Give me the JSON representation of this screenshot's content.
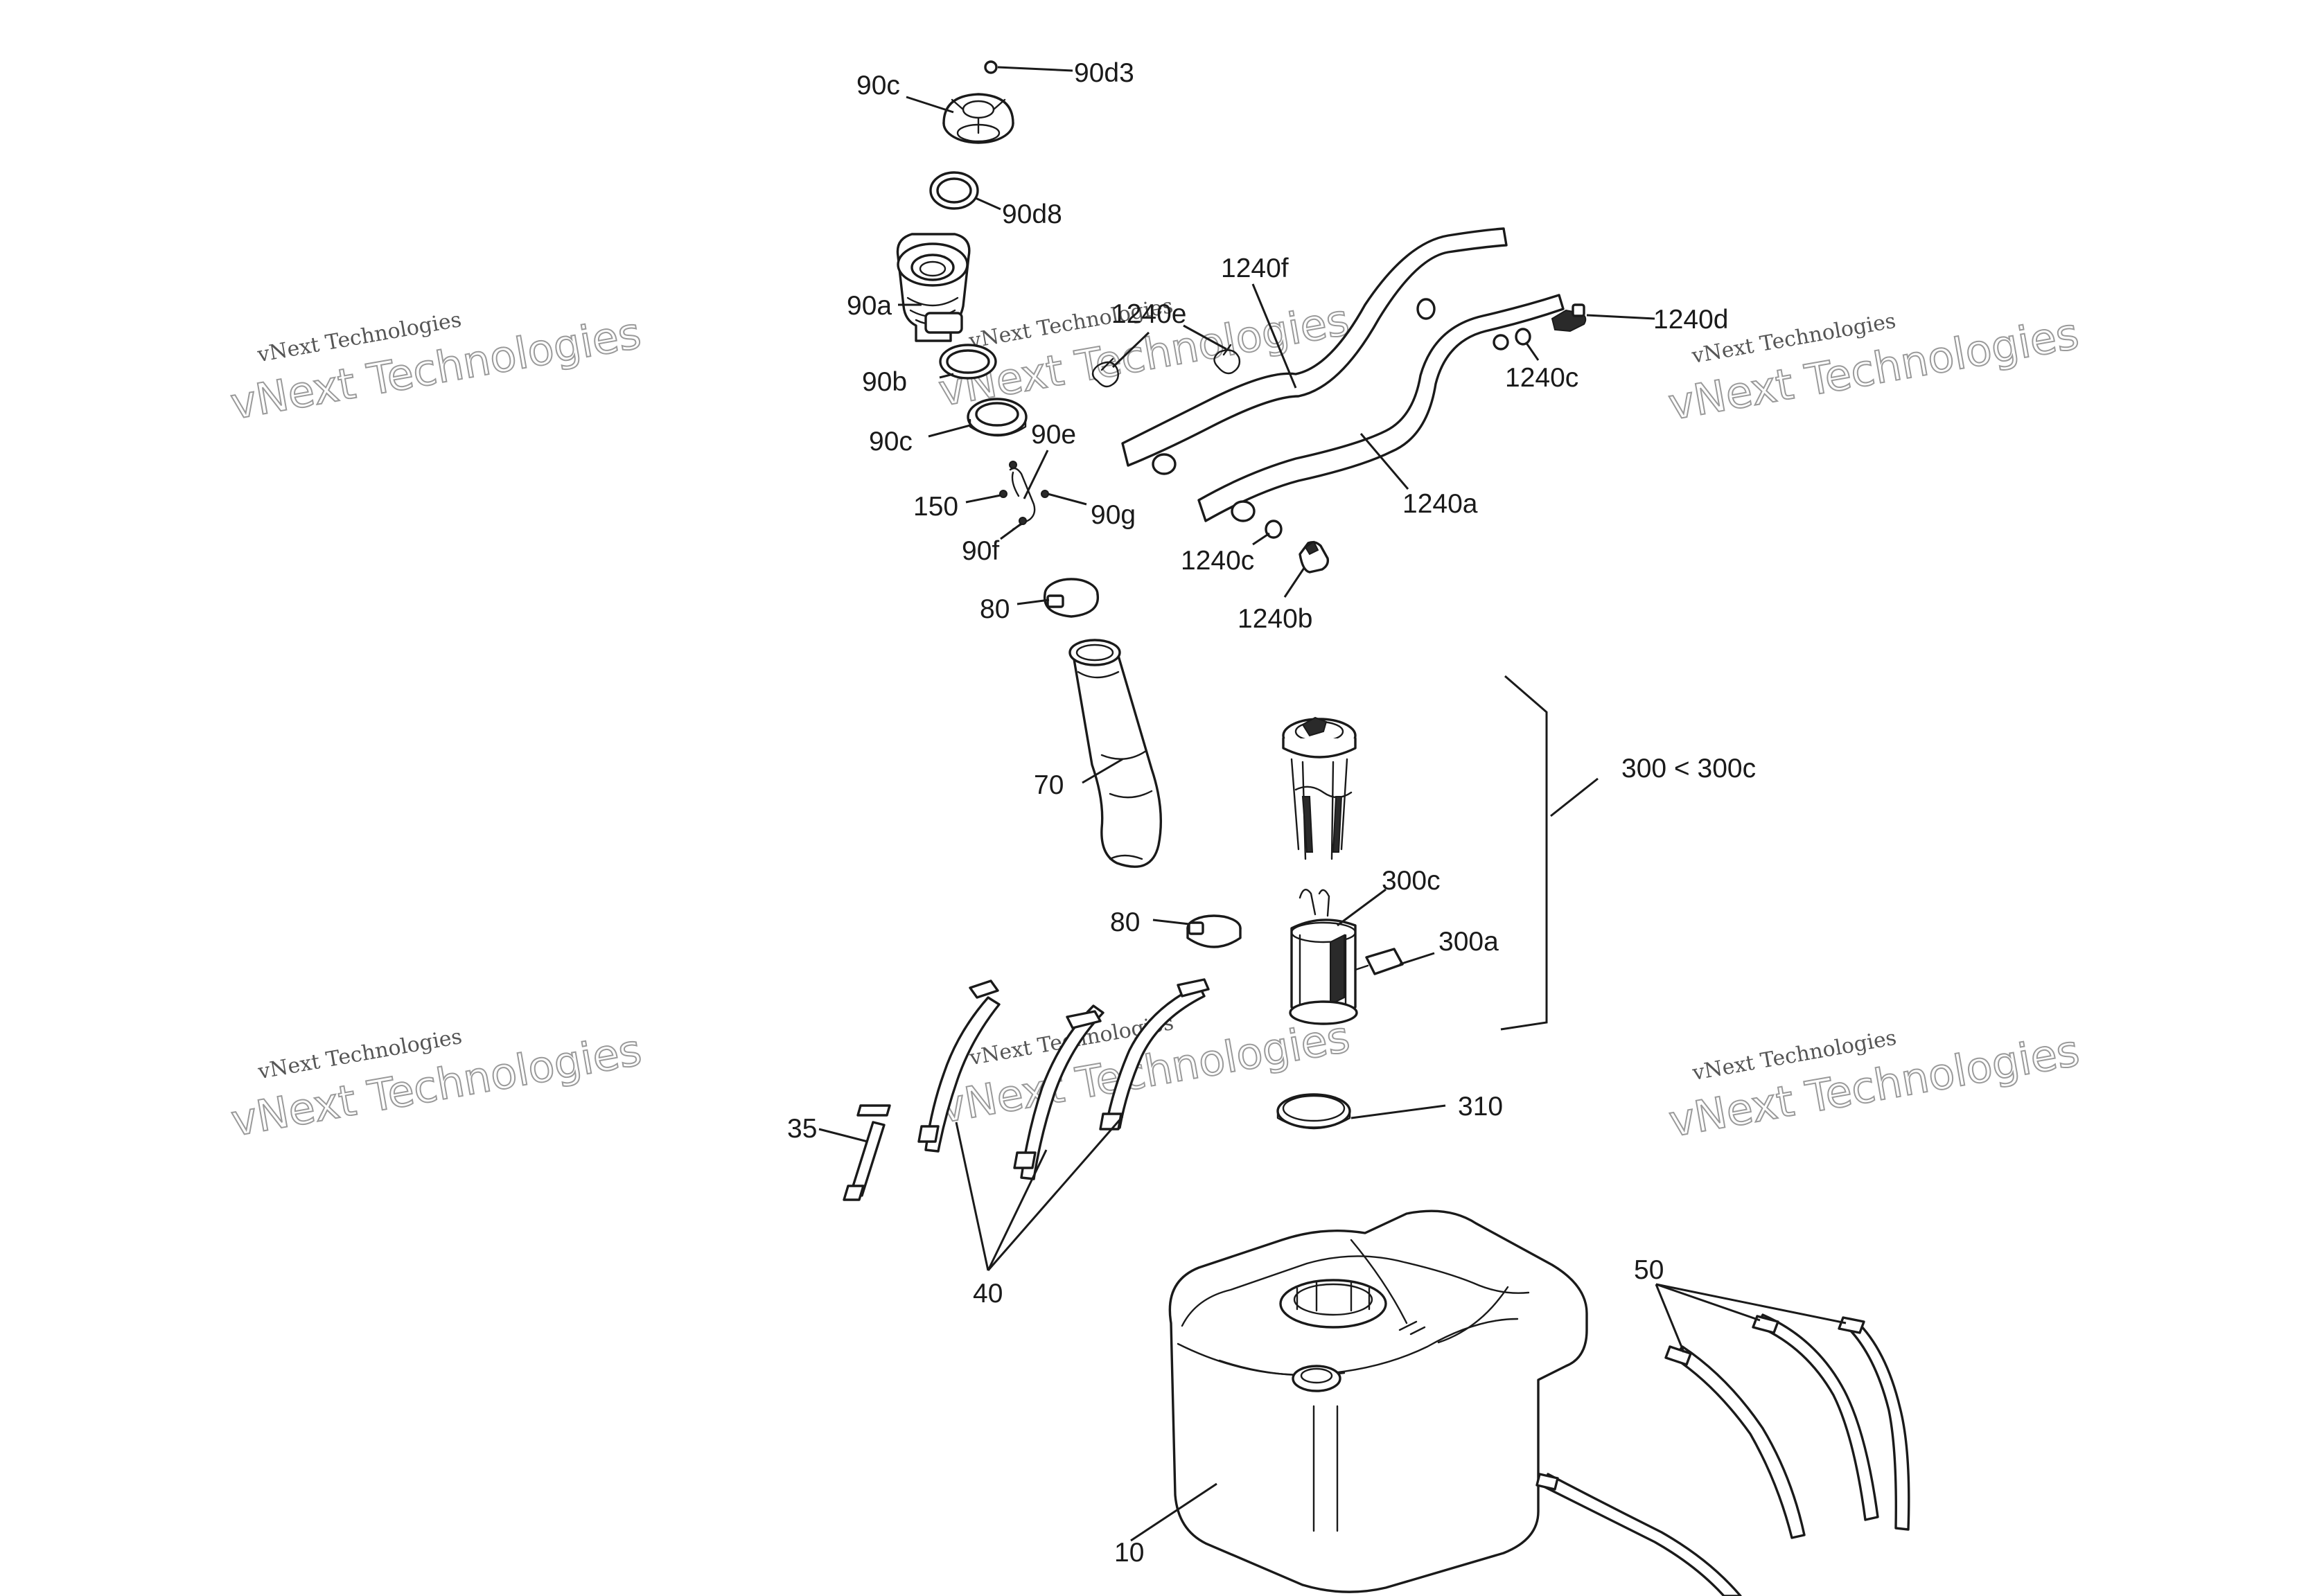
{
  "labels": {
    "p90d3": "90d3",
    "p90c_top": "90c",
    "p90d8": "90d8",
    "p90a": "90a",
    "p90b": "90b",
    "p90c_mid": "90c",
    "p90e": "90e",
    "p150": "150",
    "p90g": "90g",
    "p90f": "90f",
    "p80_top": "80",
    "p70": "70",
    "p80_mid": "80",
    "p1240f": "1240f",
    "p1240e": "1240e",
    "p1240d": "1240d",
    "p1240c_right": "1240c",
    "p1240a": "1240a",
    "p1240c_left": "1240c",
    "p1240b": "1240b",
    "p300group": "300 < 300c",
    "p300c": "300c",
    "p300a": "300a",
    "p310": "310",
    "p35": "35",
    "p40": "40",
    "p50": "50",
    "p10": "10"
  },
  "watermarks": [
    {
      "line1": "vNext Technologies",
      "line2": "vNext Technologies"
    },
    {
      "line1": "vNext Technologies",
      "line2": "vNext Technologies"
    },
    {
      "line1": "vNext Technologies",
      "line2": "vNext Technologies"
    },
    {
      "line1": "vNext Technologies",
      "line2": "vNext Technologies"
    },
    {
      "line1": "vNext Technologies",
      "line2": "vNext Technologies"
    },
    {
      "line1": "vNext Technologies",
      "line2": "vNext Technologies"
    }
  ]
}
